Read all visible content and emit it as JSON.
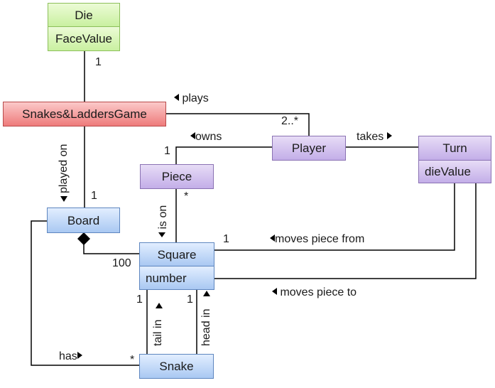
{
  "classes": {
    "die": {
      "name": "Die",
      "attribute": "FaceValue"
    },
    "game": {
      "name": "Snakes&LaddersGame"
    },
    "player": {
      "name": "Player"
    },
    "turn": {
      "name": "Turn",
      "attribute": "dieValue"
    },
    "piece": {
      "name": "Piece"
    },
    "board": {
      "name": "Board"
    },
    "square": {
      "name": "Square",
      "attribute": "number"
    },
    "snake": {
      "name": "Snake"
    }
  },
  "associations": {
    "die_game": {
      "multiplicity_die_side": "1"
    },
    "plays": {
      "label": "plays",
      "multiplicity_player": "2..*"
    },
    "played_on": {
      "label": "played on",
      "multiplicity_board": "1"
    },
    "owns": {
      "label": "owns",
      "multiplicity_piece": "1"
    },
    "takes": {
      "label": "takes"
    },
    "is_on": {
      "label": "is on",
      "multiplicity_piece": "*"
    },
    "moves_from": {
      "label": "moves piece from",
      "multiplicity_square": "1"
    },
    "moves_to": {
      "label": "moves piece to"
    },
    "board_square": {
      "multiplicity_square": "100"
    },
    "tail_in": {
      "label": "tail in",
      "multiplicity_square": "1"
    },
    "head_in": {
      "label": "head in",
      "multiplicity_square": "1"
    },
    "has": {
      "label": "has",
      "multiplicity_snake": "*"
    }
  },
  "icons": {
    "arrow_left": "left-triangle",
    "arrow_right": "right-triangle",
    "arrow_up": "up-triangle",
    "arrow_down": "down-triangle",
    "composition": "filled-diamond"
  },
  "colors": {
    "green": "#c9f0a0",
    "red": "#ee7b7b",
    "purple": "#c3aee8",
    "blue": "#a9c8f2",
    "line": "#000000"
  }
}
